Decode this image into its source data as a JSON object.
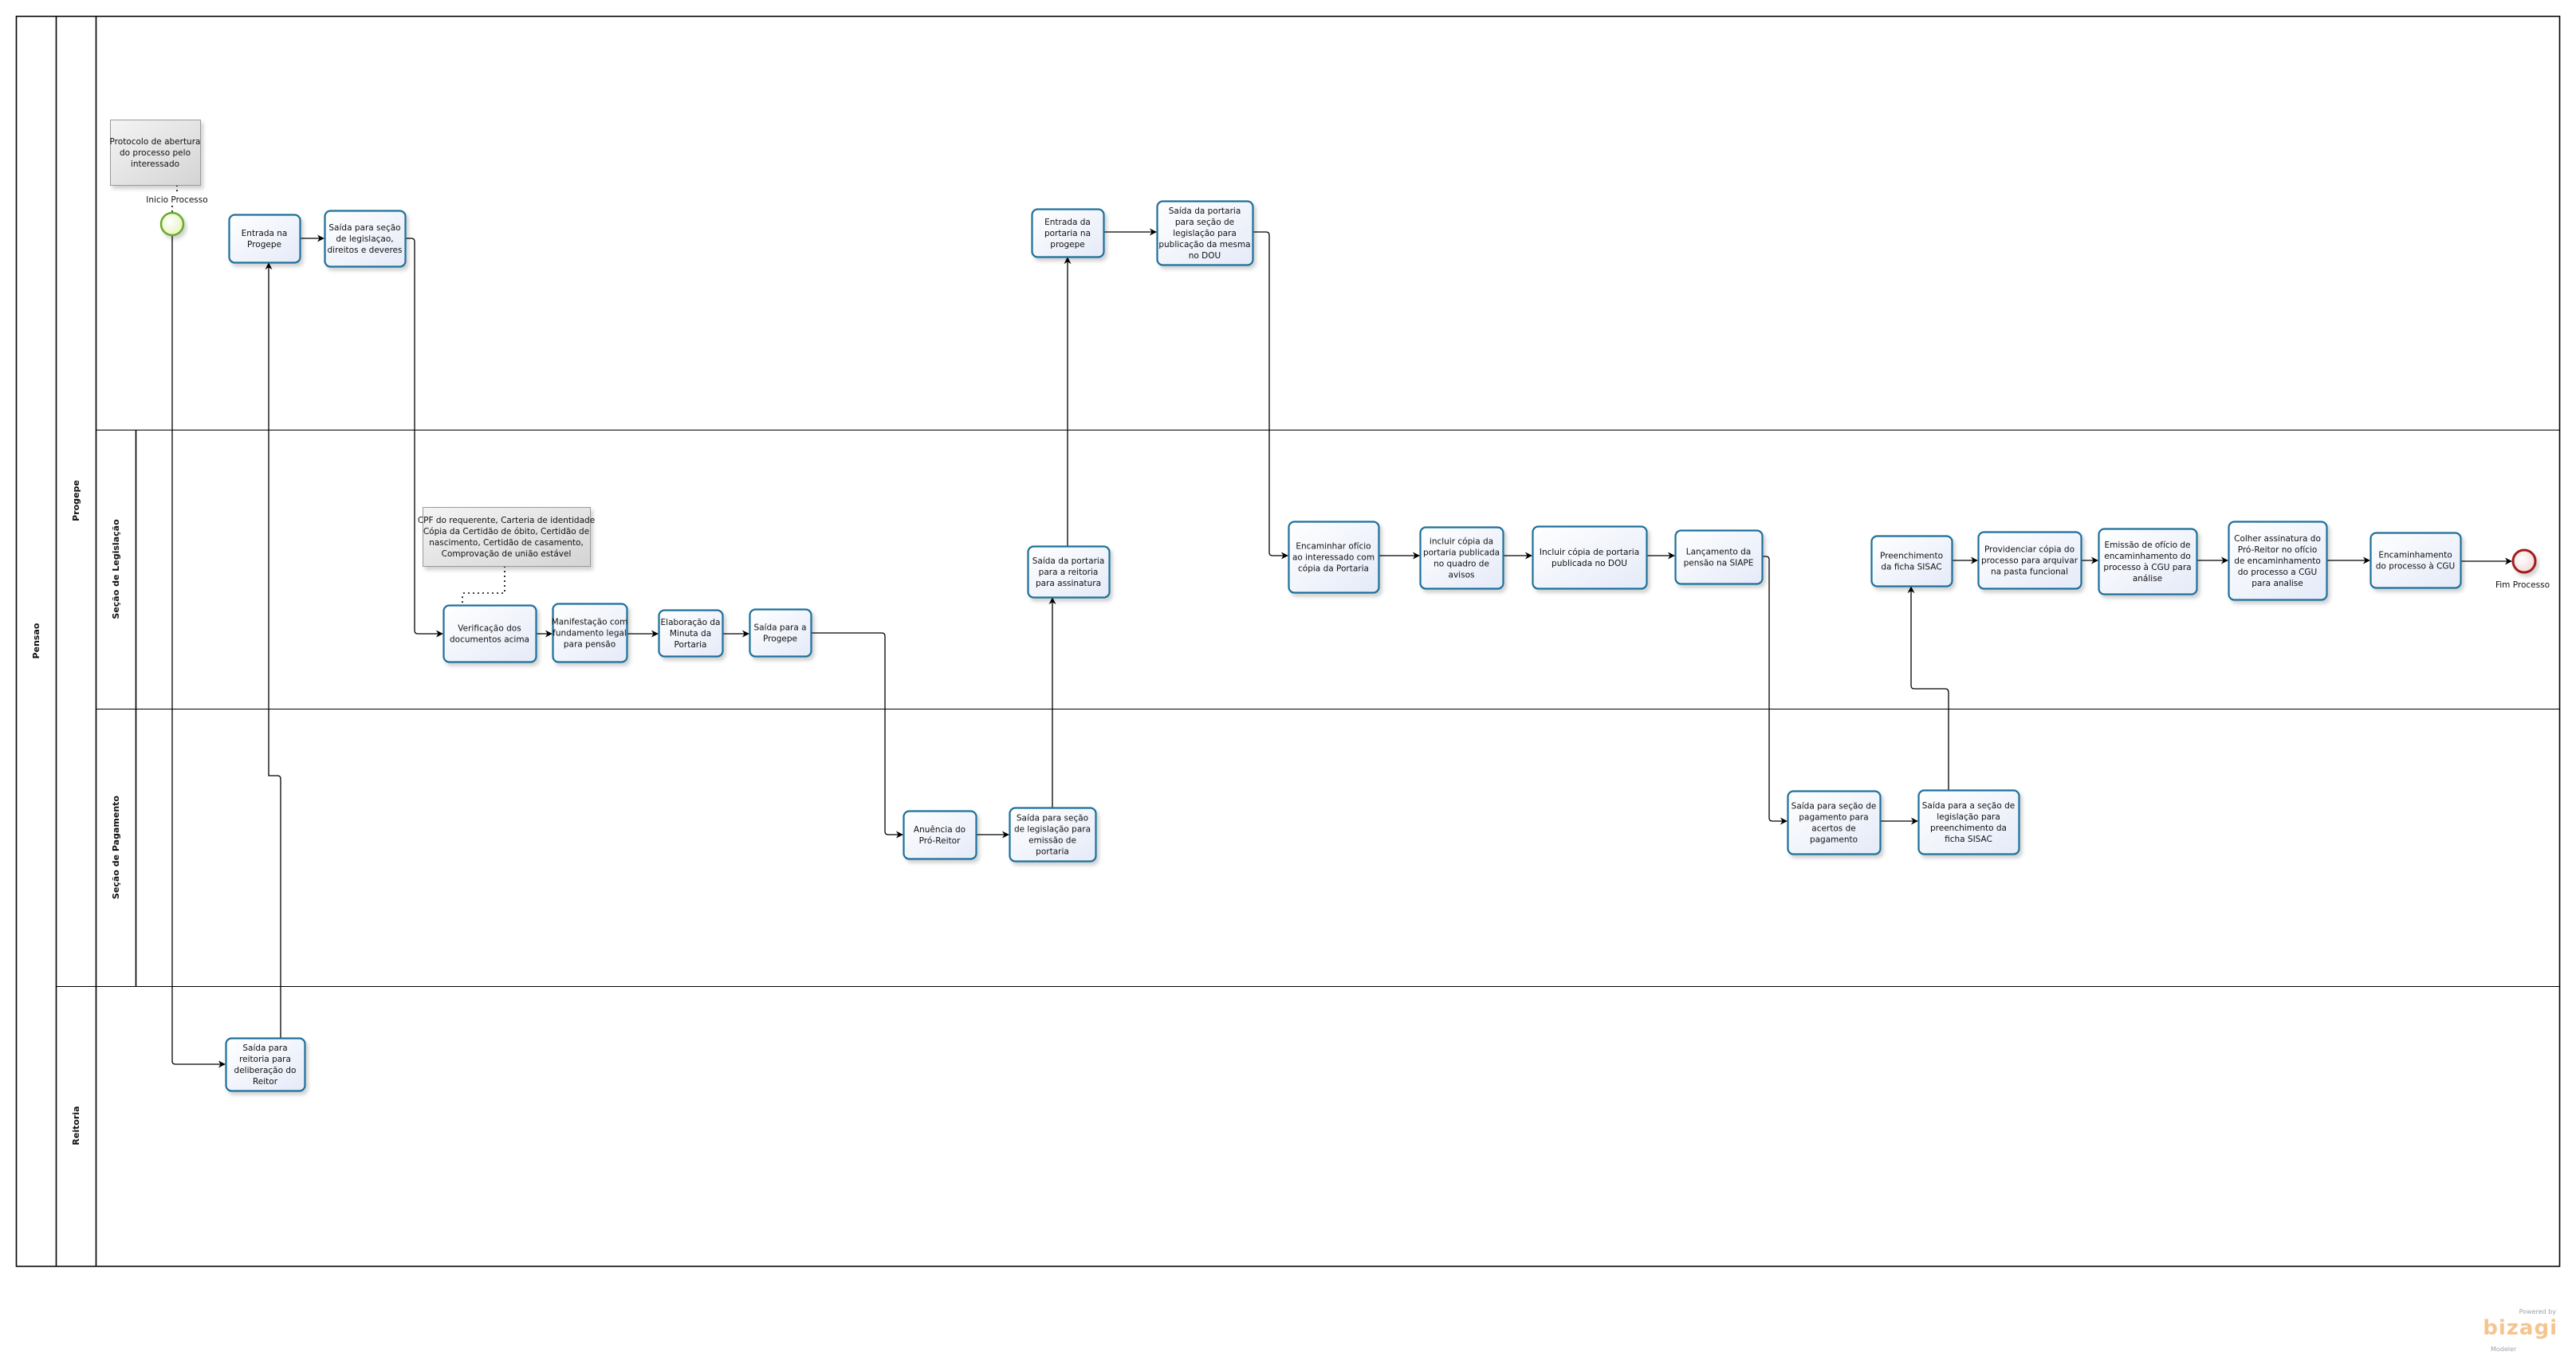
{
  "pool": {
    "name": "Pensao",
    "lanes": [
      {
        "id": "progepe",
        "name": "Progepe",
        "sublanes": [
          {
            "id": "legislacao",
            "name": "Seção de Legislação"
          },
          {
            "id": "pagamento",
            "name": "Seção de Pagamento"
          }
        ]
      },
      {
        "id": "reitoria",
        "name": "Reitoria"
      }
    ]
  },
  "events": {
    "start": {
      "label": "Inicio Processo"
    },
    "end": {
      "label": "Fim Processo"
    }
  },
  "annotations": [
    {
      "id": "ann-protocolo",
      "lines": [
        "Protocolo de abertura",
        "do processo pelo",
        "interessado"
      ]
    },
    {
      "id": "ann-documentos",
      "lines": [
        "CPF do requerente, Carteria de identidade",
        "Cópia da Certidão de óbito, Certidão de",
        "nascimento, Certidão de casamento,",
        "Comprovação de união estável"
      ]
    }
  ],
  "tasks": [
    {
      "id": "t-entrada-progepe",
      "lines": [
        "Entrada na",
        "Progepe"
      ]
    },
    {
      "id": "t-saida-legislacao",
      "lines": [
        "Saída para seção",
        "de legislaçao,",
        "direitos e deveres"
      ]
    },
    {
      "id": "t-saida-reitoria",
      "lines": [
        "Saída para",
        "reitoria para",
        "deliberação do",
        "Reitor"
      ]
    },
    {
      "id": "t-verificacao",
      "lines": [
        "Verificação dos",
        "documentos acima"
      ]
    },
    {
      "id": "t-manifestacao",
      "lines": [
        "Manifestação com",
        "fundamento legal",
        "para pensão"
      ]
    },
    {
      "id": "t-elaboracao",
      "lines": [
        "Elaboração da",
        "Minuta da",
        "Portaria"
      ]
    },
    {
      "id": "t-saida-progepe",
      "lines": [
        "Saída para a",
        "Progepe"
      ]
    },
    {
      "id": "t-anuencia",
      "lines": [
        "Anuência do",
        "Pró-Reitor"
      ]
    },
    {
      "id": "t-saida-emissao",
      "lines": [
        "Saída para seção",
        "de legislação para",
        "emissão de",
        "portaria"
      ]
    },
    {
      "id": "t-saida-assinatura",
      "lines": [
        "Saída da portaria",
        "para a reitoria",
        "para assinatura"
      ]
    },
    {
      "id": "t-entrada-portaria",
      "lines": [
        "Entrada da",
        "portaria na",
        "progepe"
      ]
    },
    {
      "id": "t-saida-publicacao",
      "lines": [
        "Saída da portaria",
        "para seção de",
        "legislação para",
        "publicação da mesma",
        "no DOU"
      ]
    },
    {
      "id": "t-encaminhar-oficio",
      "lines": [
        "Encaminhar ofício",
        "ao interessado com",
        "cópia da Portaria"
      ]
    },
    {
      "id": "t-incluir-quadro",
      "lines": [
        "incluir cópia da",
        "portaria publicada",
        "no quadro de",
        "avisos"
      ]
    },
    {
      "id": "t-incluir-dou",
      "lines": [
        "Incluir cópia de portaria",
        "publicada no DOU"
      ]
    },
    {
      "id": "t-lancamento",
      "lines": [
        "Lançamento da",
        "pensão na SIAPE"
      ]
    },
    {
      "id": "t-saida-pagamento",
      "lines": [
        "Saída para seção de",
        "pagamento para",
        "acertos de",
        "pagamento"
      ]
    },
    {
      "id": "t-saida-sisac",
      "lines": [
        "Saída para a seção de",
        "legislação para",
        "preenchimento da",
        "ficha SISAC"
      ]
    },
    {
      "id": "t-preenchimento",
      "lines": [
        "Preenchimento",
        "da ficha SISAC"
      ]
    },
    {
      "id": "t-providenciar",
      "lines": [
        "Providenciar cópia do",
        "processo para arquivar",
        "na pasta funcional"
      ]
    },
    {
      "id": "t-emissao-oficio",
      "lines": [
        "Emissão de ofício de",
        "encaminhamento do",
        "processo à CGU para",
        "análise"
      ]
    },
    {
      "id": "t-colher",
      "lines": [
        "Colher assinatura do",
        "Pró-Reitor no ofício",
        "de encaminhamento",
        "do processo a CGU",
        "para analise"
      ]
    },
    {
      "id": "t-encaminhamento-cgu",
      "lines": [
        "Encaminhamento",
        "do processo à CGU"
      ]
    }
  ],
  "flows": [
    {
      "from": "start",
      "to": "t-saida-reitoria"
    },
    {
      "from": "t-saida-reitoria",
      "to": "t-entrada-progepe"
    },
    {
      "from": "t-entrada-progepe",
      "to": "t-saida-legislacao"
    },
    {
      "from": "t-saida-legislacao",
      "to": "t-verificacao"
    },
    {
      "from": "t-verificacao",
      "to": "t-manifestacao"
    },
    {
      "from": "t-manifestacao",
      "to": "t-elaboracao"
    },
    {
      "from": "t-elaboracao",
      "to": "t-saida-progepe"
    },
    {
      "from": "t-saida-progepe",
      "to": "t-anuencia"
    },
    {
      "from": "t-anuencia",
      "to": "t-saida-emissao"
    },
    {
      "from": "t-saida-emissao",
      "to": "t-saida-assinatura"
    },
    {
      "from": "t-saida-assinatura",
      "to": "t-entrada-portaria"
    },
    {
      "from": "t-entrada-portaria",
      "to": "t-saida-publicacao"
    },
    {
      "from": "t-saida-publicacao",
      "to": "t-encaminhar-oficio"
    },
    {
      "from": "t-encaminhar-oficio",
      "to": "t-incluir-quadro"
    },
    {
      "from": "t-incluir-quadro",
      "to": "t-incluir-dou"
    },
    {
      "from": "t-incluir-dou",
      "to": "t-lancamento"
    },
    {
      "from": "t-lancamento",
      "to": "t-saida-pagamento"
    },
    {
      "from": "t-saida-pagamento",
      "to": "t-saida-sisac"
    },
    {
      "from": "t-saida-sisac",
      "to": "t-preenchimento"
    },
    {
      "from": "t-preenchimento",
      "to": "t-providenciar"
    },
    {
      "from": "t-providenciar",
      "to": "t-emissao-oficio"
    },
    {
      "from": "t-emissao-oficio",
      "to": "t-colher"
    },
    {
      "from": "t-colher",
      "to": "t-encaminhamento-cgu"
    },
    {
      "from": "t-encaminhamento-cgu",
      "to": "end"
    }
  ],
  "watermark": {
    "powered_by": "Powered by",
    "brand": "bizagi",
    "product": "Modeler"
  },
  "colors": {
    "task_border": "#1f6f9a",
    "task_fill_top": "#ffffff",
    "task_fill_bottom": "#e6ecf8",
    "start_stroke": "#6aaa2a",
    "start_fill": "#eef8cf",
    "end_stroke": "#a31f1f",
    "end_fill": "#f8dede",
    "annotation_fill": "#e4e4e4",
    "brand": "#f6c48e"
  }
}
